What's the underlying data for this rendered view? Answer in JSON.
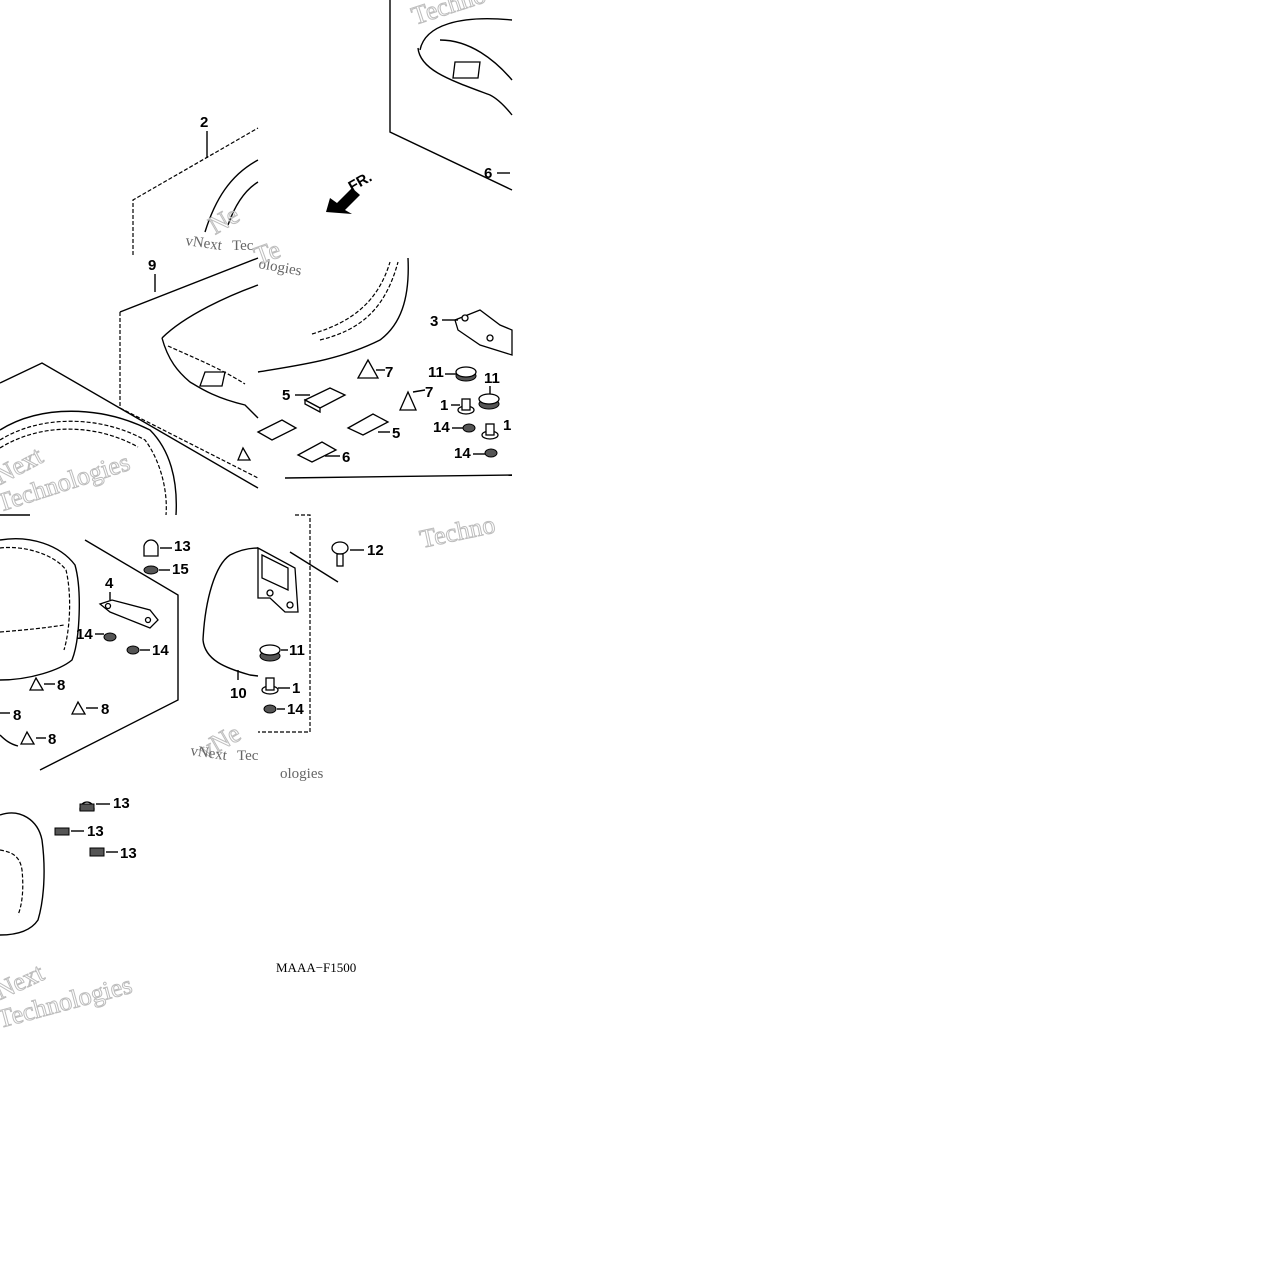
{
  "diagram": {
    "drawing_code": "MAAA−F1500",
    "direction_label": "FR.",
    "watermark": {
      "brand_1": "vNext",
      "brand_2": "Technologies",
      "brand_3": "Techno"
    },
    "callouts": {
      "c2": "2",
      "c9": "9",
      "c3": "3",
      "c6_top": "6",
      "c6": "6",
      "c5a": "5",
      "c5b": "5",
      "c7a": "7",
      "c7b": "7",
      "c11a": "11",
      "c11b": "11",
      "c11c": "11",
      "c1a": "1",
      "c1b": "1",
      "c1c": "1",
      "c14a": "14",
      "c14b": "14",
      "c14c": "14",
      "c14d": "14",
      "c14e": "14",
      "c4": "4",
      "c13a": "13",
      "c13b": "13",
      "c13c": "13",
      "c13d": "13",
      "c15": "15",
      "c12": "12",
      "c10": "10",
      "c8a": "8",
      "c8b": "8",
      "c8c": "8",
      "c8d": "8"
    }
  }
}
